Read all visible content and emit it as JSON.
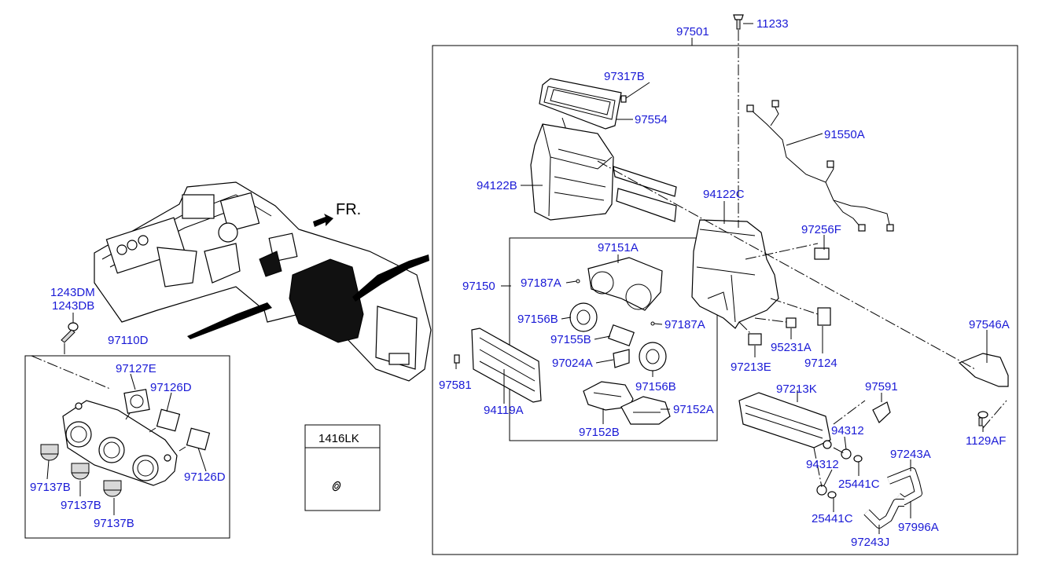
{
  "labels": {
    "p97501": "97501",
    "p11233": "11233",
    "p97317B": "97317B",
    "p97554": "97554",
    "p91550A": "91550A",
    "p94122B": "94122B",
    "p94122C": "94122C",
    "p97256F": "97256F",
    "p97151A": "97151A",
    "p97150": "97150",
    "p97187A_1": "97187A",
    "p97187A_2": "97187A",
    "p97156B_1": "97156B",
    "p97156B_2": "97156B",
    "p97155B": "97155B",
    "p97024A": "97024A",
    "p97581": "97581",
    "p94119A": "94119A",
    "p97152B": "97152B",
    "p97152A": "97152A",
    "p95231A": "95231A",
    "p97213E": "97213E",
    "p97124": "97124",
    "p97546A": "97546A",
    "p1129AF": "1129AF",
    "p97213K": "97213K",
    "p97591": "97591",
    "p94312_1": "94312",
    "p94312_2": "94312",
    "p97243A": "97243A",
    "p25441C_1": "25441C",
    "p25441C_2": "25441C",
    "p97996A": "97996A",
    "p97243J": "97243J",
    "p1243DM": "1243DM",
    "p1243DB": "1243DB",
    "p97110D": "97110D",
    "p97127E": "97127E",
    "p97126D_1": "97126D",
    "p97126D_2": "97126D",
    "p97137B_1": "97137B",
    "p97137B_2": "97137B",
    "p97137B_3": "97137B"
  },
  "fr_label": "FR.",
  "legend_box_label": "1416LK",
  "colors": {
    "callout": "#1a1ad6",
    "line": "#000000"
  }
}
